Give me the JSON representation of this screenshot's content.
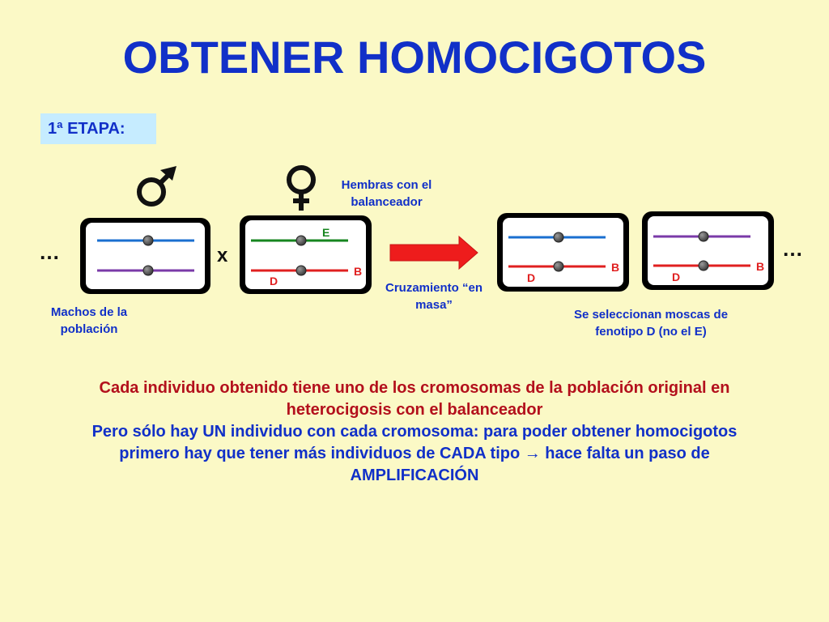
{
  "title": "OBTENER HOMOCIGOTOS",
  "stage_label": "1ª ETAPA:",
  "male_label": "Machos de la población",
  "female_label": "Hembras con el balanceador",
  "cross_symbol": "x",
  "ellipsis": "…",
  "arrow_label": "Cruzamiento “en masa”",
  "result_label": "Se seleccionan moscas de fenotipo D (no el E)",
  "marker_e": "E",
  "marker_b": "B",
  "marker_d": "D",
  "bottom_red": "Cada individuo obtenido tiene uno de los cromosomas de la población original en heterocigosis con el balanceador",
  "bottom_blue": "Pero sólo hay UN individuo con cada cromosoma: para poder obtener homocigotos primero hay que tener más individuos de CADA tipo → hace falta un paso de AMPLIFICACIÓN",
  "colors": {
    "blue_chromosome": "#1a6fd0",
    "purple_chromosome": "#7a3aa8",
    "green_chromosome": "#16851f",
    "red_chromosome": "#e02020",
    "arrow": "#ee1c1c",
    "text_blue": "#1130c8",
    "text_red": "#b3101c"
  },
  "icons": [
    "male-symbol-icon",
    "female-symbol-icon",
    "right-arrow-icon"
  ]
}
